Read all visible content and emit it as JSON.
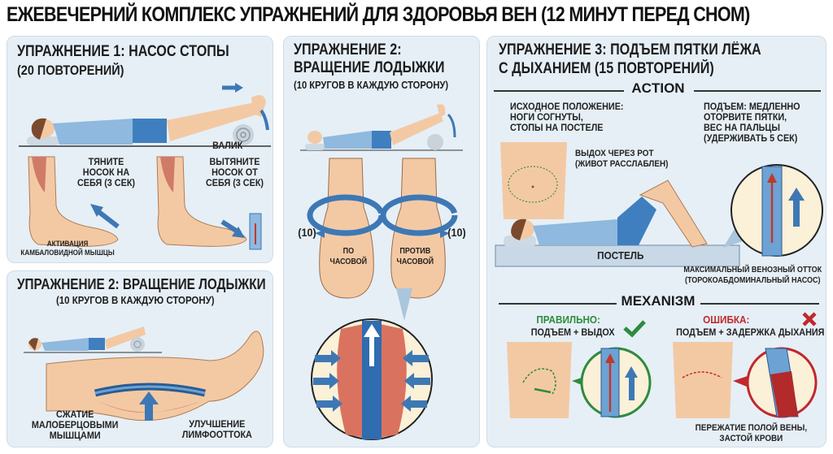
{
  "title": "ЕЖЕВЕЧЕРНИЙ КОМПЛЕКС УПРАЖНЕНИЙ ДЛЯ ЗДОРОВЬЯ ВЕН (12 МИНУТ ПЕРЕД СНОМ)",
  "panel1": {
    "heading_line1": "УПРАЖНЕНИЕ 1: НАСОС СТОПЫ",
    "heading_line2": "(20 ПОВТОРЕНИЙ)",
    "roller_label": "ВАЛИК",
    "pull_toe": [
      "ТЯНИТЕ",
      "НОСОК НА",
      "СЕБЯ (3 СЕК)"
    ],
    "push_toe": [
      "ВЫТЯНИТЕ",
      "НОСОК ОТ",
      "СЕБЯ (3 СЕК)"
    ],
    "muscle_note": [
      "АКТИВАЦИЯ",
      "КАМБАЛОВИДНОЙ МЫШЦЫ"
    ]
  },
  "panel2": {
    "heading_line1": "УПРАЖНЕНИЕ 2: ВРАЩЕНИЕ ЛОДЫЖКИ",
    "heading_line2": "(10 КРУГОВ В КАЖДУЮ СТОРОНУ)",
    "compress_label": [
      "СЖАТИЕ",
      "МАЛОБЕРЦОВЫМИ",
      "МЫШЦАМИ"
    ],
    "lymph_label": [
      "УЛУЧШЕНИЕ",
      "ЛИМФООТТОКА"
    ]
  },
  "panel_mid": {
    "heading_line1": "УПРАЖНЕНИЕ 2:",
    "heading_line2": "ВРАЩЕНИЕ ЛОДЫЖКИ",
    "heading_line3": "(10 КРУГОВ В КАЖДУЮ СТОРОНУ)",
    "count_left": "(10)",
    "count_right": "(10)",
    "clockwise": [
      "ПО",
      "ЧАСОВОЙ"
    ],
    "counterclockwise": [
      "ПРОТИВ",
      "ЧАСОВОЙ"
    ]
  },
  "panel3": {
    "heading_line1": "УПРАЖНЕНИЕ 3: ПОДЪЕМ ПЯТКИ ЛЁЖА",
    "heading_line2": "С ДЫХАНИЕМ (15 ПОВТОРЕНИЙ)",
    "action_title": "ACTION",
    "start_position": [
      "ИСХОДНОЕ ПОЛОЖЕНИЕ:",
      "НОГИ СОГНУТЫ,",
      "СТОПЫ НА ПОСТЕЛЕ"
    ],
    "lift": [
      "ПОДЪЕМ: МЕДЛЕННО",
      "ОТОРВИТЕ ПЯТКИ,",
      "ВЕС НА ПАЛЬЦЫ",
      "(УДЕРЖИВАТЬ 5 СЕК)"
    ],
    "exhale": [
      "ВЫДОХ ЧЕРЕЗ РОТ",
      "(ЖИВОТ РАССЛАБЛЕН)"
    ],
    "bed_label": "ПОСТЕЛЬ",
    "outflow": [
      "МАКСИМАЛЬНЫЙ ВЕНОЗНЫЙ ОТТОК",
      "(ТОРОКОАБДОМИНАЛЬНЫЙ НАСОС)"
    ],
    "mechanism_title": "MEXANIЗM",
    "correct_title": "ПРАВИЛЬНО:",
    "correct_text": "ПОДЪЕМ + ВЫДОХ",
    "error_title": "ОШИБКА:",
    "error_text": "ПОДЪЕМ + ЗАДЕРЖКА ДЫХАНИЯ",
    "error_result": [
      "ПЕРЕЖАТИЕ ПОЛОЙ ВЕНЫ,",
      "ЗАСТОЙ КРОВИ"
    ]
  },
  "colors": {
    "panel_bg": "#e6eff6",
    "skin": "#f3c9a4",
    "shirt": "#8fb9de",
    "shorts": "#3f7fbf",
    "arrow_blue": "#3d78b5",
    "vein_red": "#c0392b",
    "correct_green": "#2e8b3e",
    "error_red": "#c0282d"
  }
}
